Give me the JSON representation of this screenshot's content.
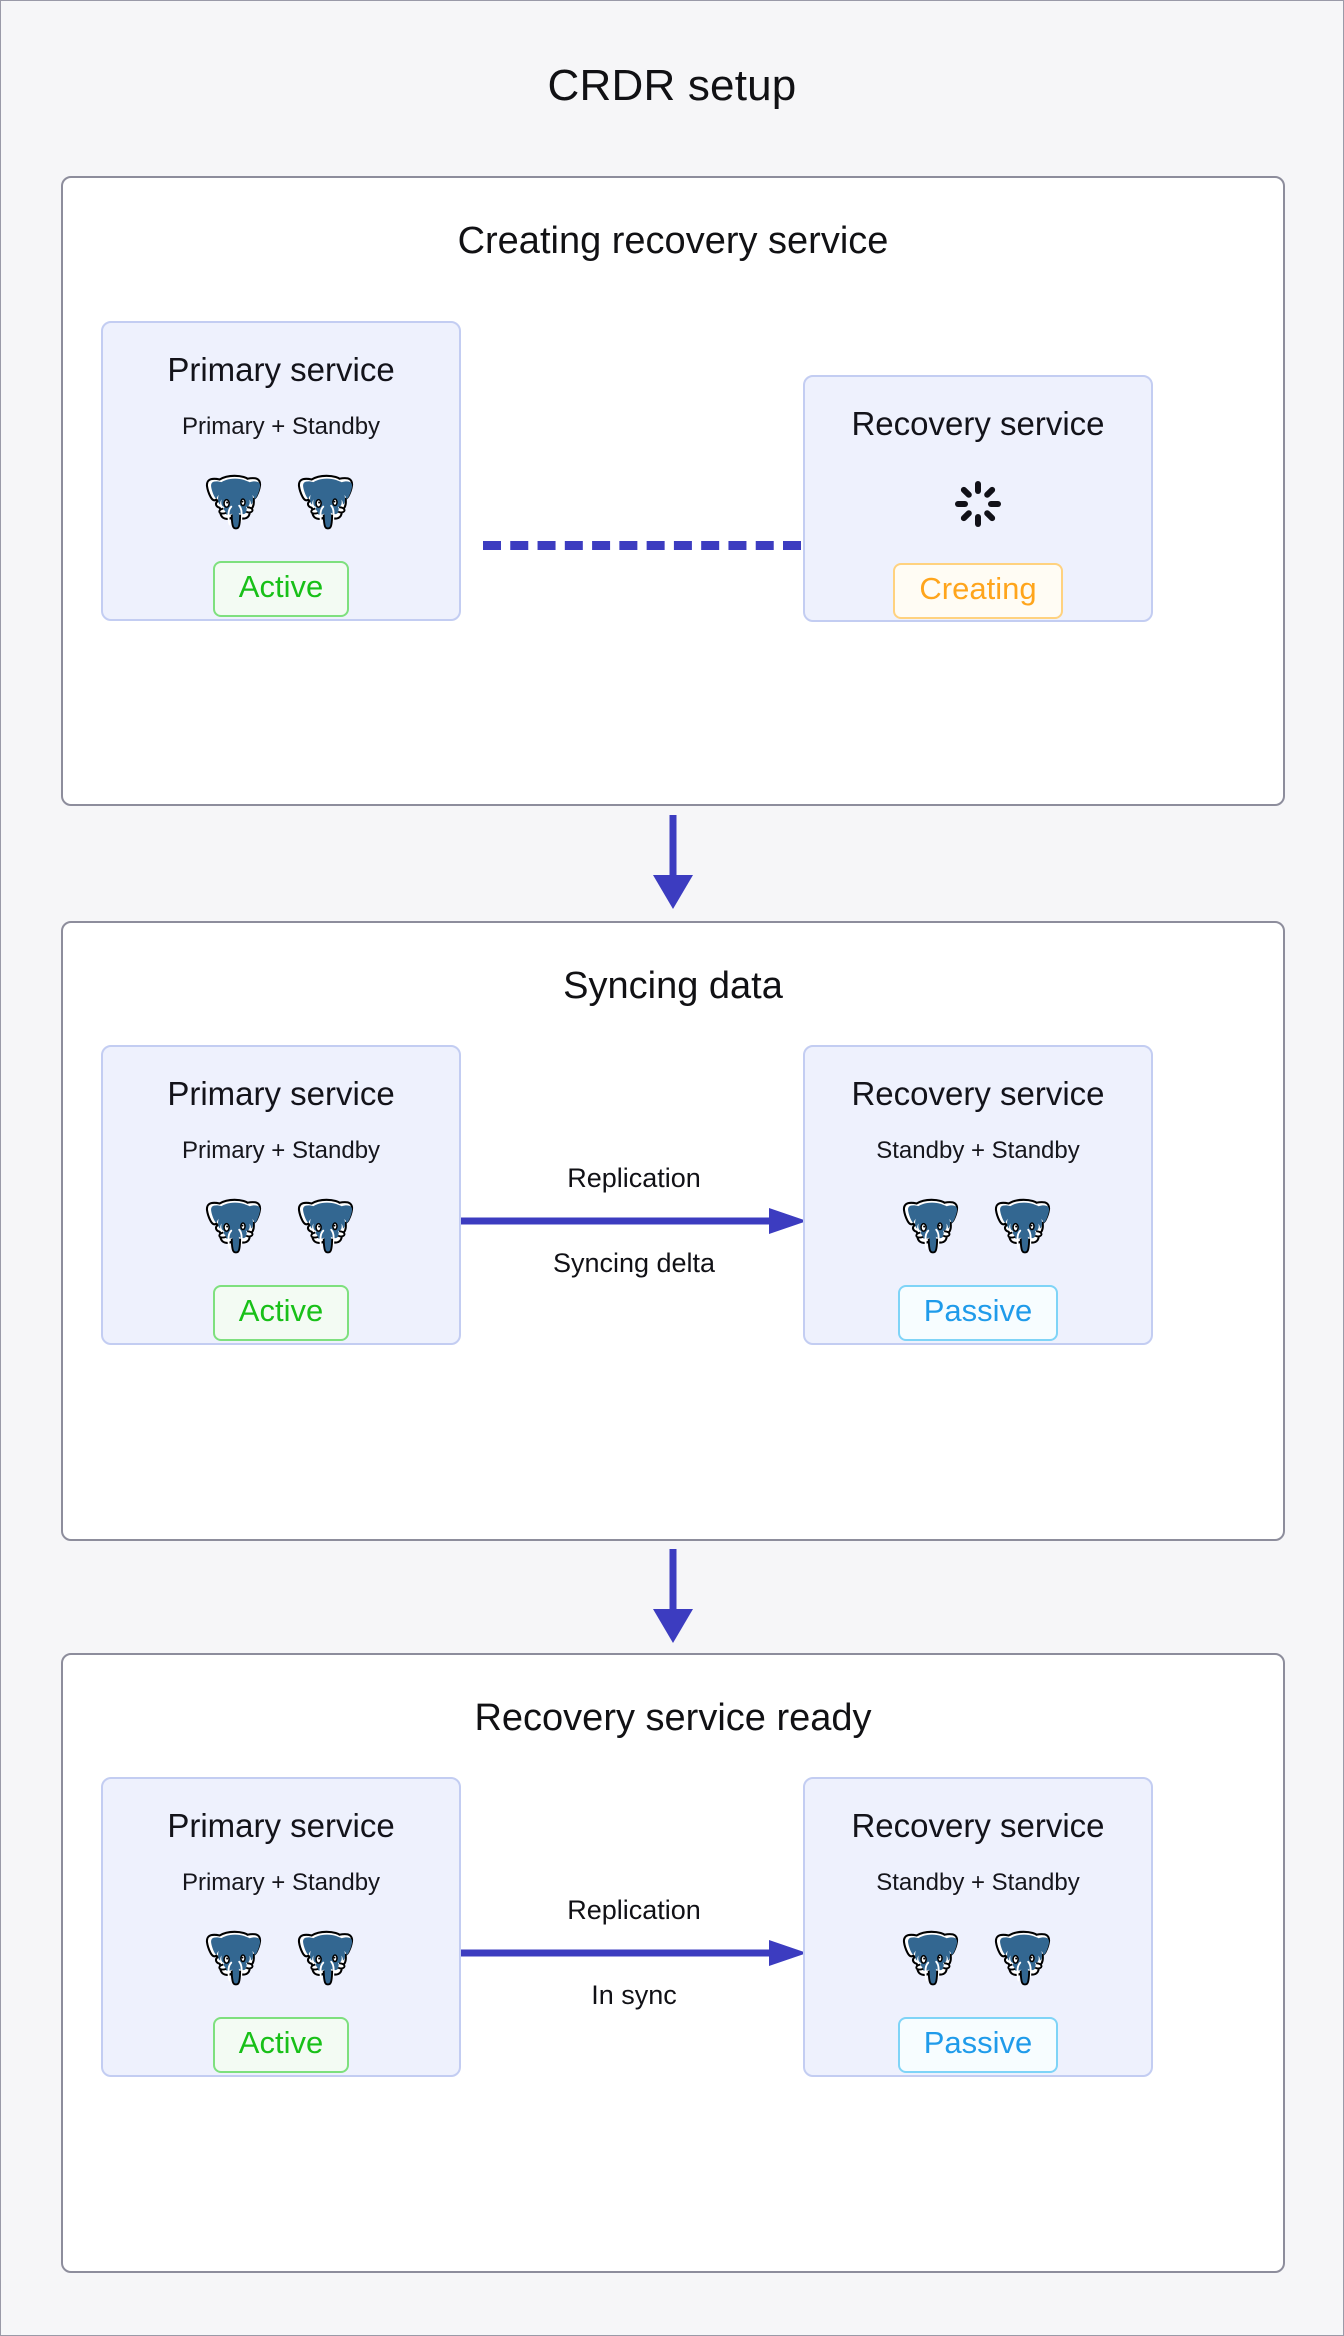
{
  "diagram": {
    "title": "CRDR setup",
    "colors": {
      "background": "#f6f6f8",
      "panel_border": "#8d8d9c",
      "card_background": "#eef1fd",
      "card_border": "#c3cdf2",
      "arrow_blue": "#3c3cc0",
      "active_green": "#18c018",
      "creating_orange": "#ffa51c",
      "passive_blue": "#1f9bea",
      "postgres_blue": "#336791"
    }
  },
  "stages": [
    {
      "id": "stage-1",
      "title": "Creating recovery service",
      "primary": {
        "title": "Primary service",
        "subtitle": "Primary + Standby",
        "nodes": [
          "postgres-elephant-icon",
          "postgres-elephant-icon"
        ],
        "badge": "Active",
        "badge_state": "active"
      },
      "recovery": {
        "title": "Recovery service",
        "subtitle": null,
        "icon": "loading-spinner-icon",
        "badge": "Creating",
        "badge_state": "creating"
      },
      "connector": {
        "style": "dashed",
        "label_top": null,
        "label_bottom": null,
        "arrowhead": false
      }
    },
    {
      "id": "stage-2",
      "title": "Syncing data",
      "primary": {
        "title": "Primary service",
        "subtitle": "Primary + Standby",
        "nodes": [
          "postgres-elephant-icon",
          "postgres-elephant-icon"
        ],
        "badge": "Active",
        "badge_state": "active"
      },
      "recovery": {
        "title": "Recovery service",
        "subtitle": "Standby + Standby",
        "nodes": [
          "postgres-elephant-icon",
          "postgres-elephant-icon"
        ],
        "badge": "Passive",
        "badge_state": "passive"
      },
      "connector": {
        "style": "solid",
        "label_top": "Replication",
        "label_bottom": "Syncing delta",
        "arrowhead": true
      }
    },
    {
      "id": "stage-3",
      "title": "Recovery service ready",
      "primary": {
        "title": "Primary service",
        "subtitle": "Primary + Standby",
        "nodes": [
          "postgres-elephant-icon",
          "postgres-elephant-icon"
        ],
        "badge": "Active",
        "badge_state": "active"
      },
      "recovery": {
        "title": "Recovery service",
        "subtitle": "Standby + Standby",
        "nodes": [
          "postgres-elephant-icon",
          "postgres-elephant-icon"
        ],
        "badge": "Passive",
        "badge_state": "passive"
      },
      "connector": {
        "style": "solid",
        "label_top": "Replication",
        "label_bottom": "In sync",
        "arrowhead": true
      }
    }
  ],
  "flow_arrows": [
    {
      "name": "arrow-stage1-to-stage2",
      "direction": "down"
    },
    {
      "name": "arrow-stage2-to-stage3",
      "direction": "down"
    }
  ]
}
